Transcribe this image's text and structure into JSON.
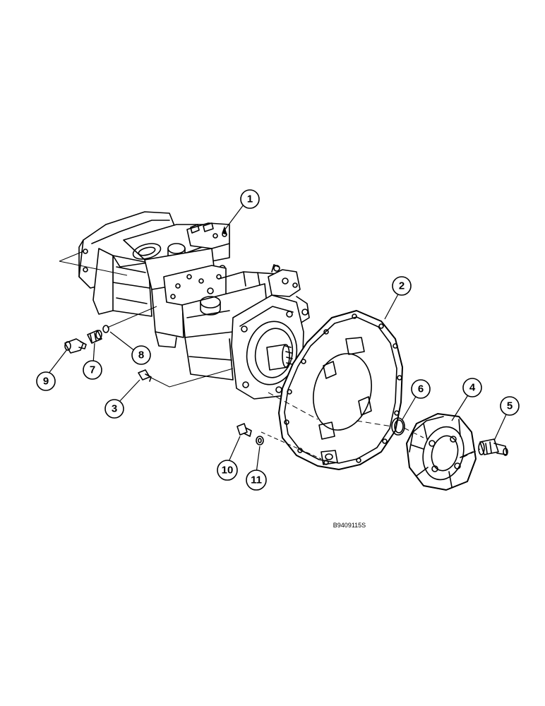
{
  "callouts": [
    {
      "number": "1"
    },
    {
      "number": "2"
    },
    {
      "number": "3"
    },
    {
      "number": "4"
    },
    {
      "number": "5"
    },
    {
      "number": "6"
    },
    {
      "number": "7"
    },
    {
      "number": "8"
    },
    {
      "number": "9"
    },
    {
      "number": "10"
    },
    {
      "number": "11"
    }
  ],
  "figure_id": "B9409115S",
  "colors": {
    "line": "#000000",
    "background": "#ffffff"
  }
}
